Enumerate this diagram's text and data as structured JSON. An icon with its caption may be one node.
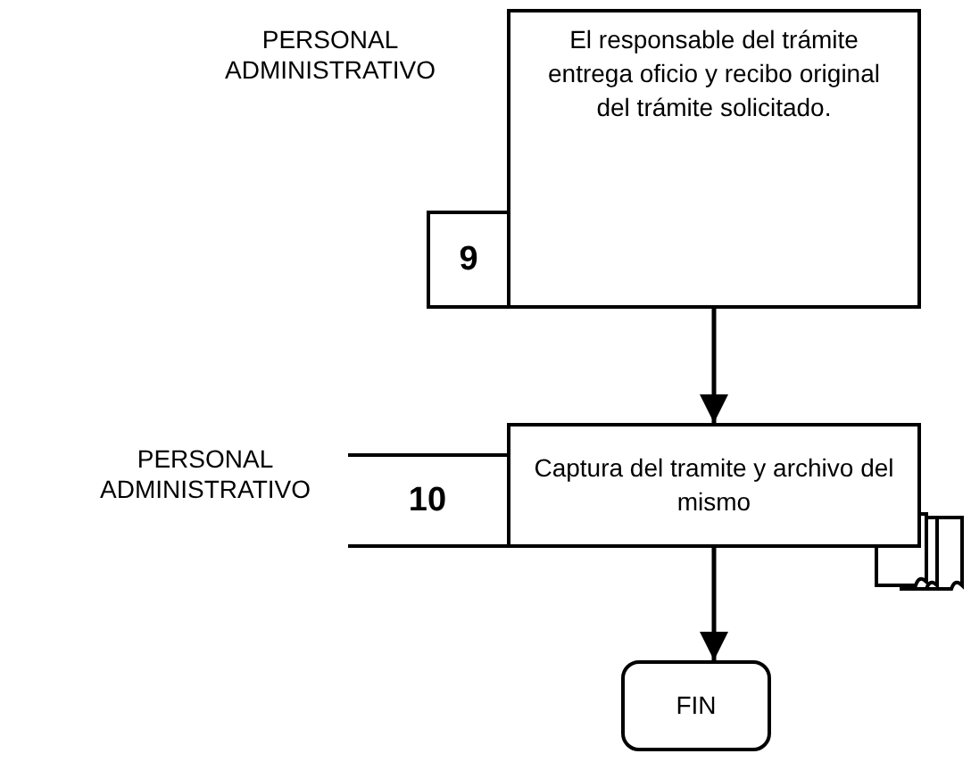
{
  "diagram": {
    "nodes": [
      {
        "text": [
          "El responsable del trámite entrega oficio y recibo original del trámite solicitado."
        ]
      },
      {
        "text": [
          "9"
        ]
      },
      {
        "text": [
          "Captura del tramite y archivo del mismo"
        ]
      },
      {
        "text": [
          "10"
        ]
      },
      {
        "text": [
          "FIN"
        ]
      }
    ],
    "edges": [
      {
        "from": 0,
        "to": 2,
        "arrow": "to"
      },
      {
        "from": 2,
        "to": 4,
        "arrow": "to"
      }
    ],
    "labels": [
      "PERSONAL ADMINISTRATIVO",
      "PERSONAL ADMINISTRATIVO"
    ]
  }
}
